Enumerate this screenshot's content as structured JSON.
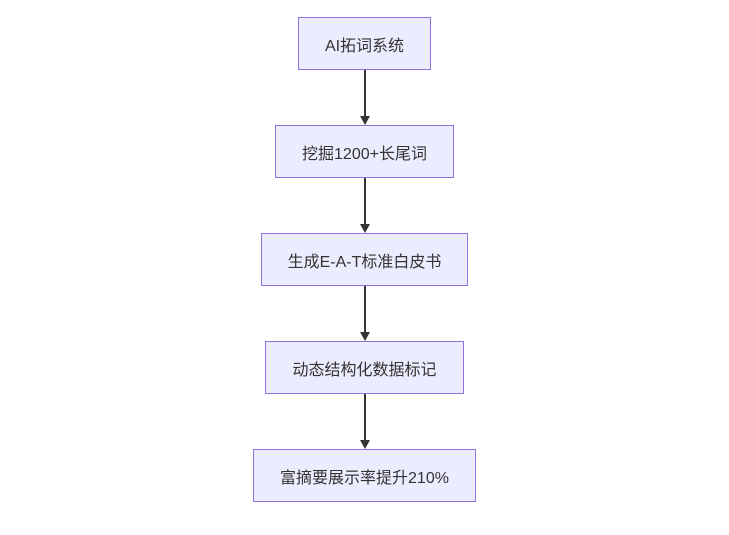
{
  "diagram": {
    "type": "flowchart",
    "direction": "top-down",
    "colors": {
      "node_fill": "#ECECFF",
      "node_border": "#9370DB",
      "arrow": "#333333",
      "text": "#333333",
      "background": "#FFFFFF"
    },
    "nodes": [
      {
        "id": "n1",
        "label": "AI拓词系统"
      },
      {
        "id": "n2",
        "label": "挖掘1200+长尾词"
      },
      {
        "id": "n3",
        "label": "生成E-A-T标准白皮书"
      },
      {
        "id": "n4",
        "label": "动态结构化数据标记"
      },
      {
        "id": "n5",
        "label": "富摘要展示率提升210%"
      }
    ],
    "edges": [
      {
        "from": "n1",
        "to": "n2"
      },
      {
        "from": "n2",
        "to": "n3"
      },
      {
        "from": "n3",
        "to": "n4"
      },
      {
        "from": "n4",
        "to": "n5"
      }
    ]
  }
}
